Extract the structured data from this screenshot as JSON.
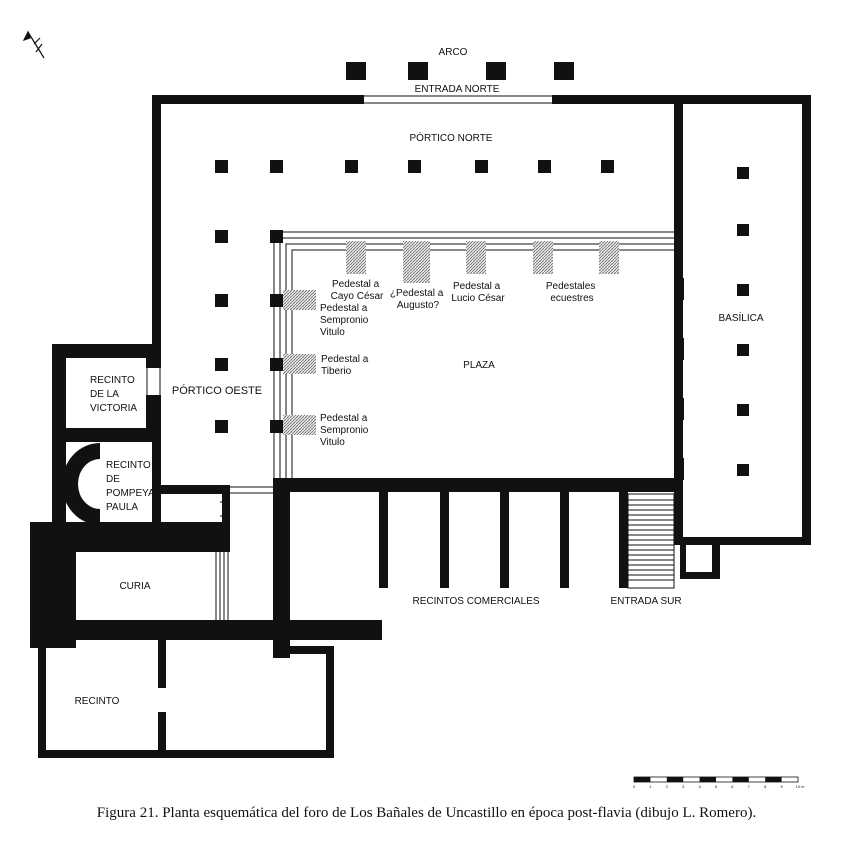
{
  "labels": {
    "arco": "ARCO",
    "entrada_norte": "ENTRADA NORTE",
    "portico_norte": "PÓRTICO NORTE",
    "portico_oeste": "PÓRTICO OESTE",
    "plaza": "PLAZA",
    "basilica": "BASÍLICA",
    "recinto_victoria": [
      "RECINTO",
      "DE LA",
      "VICTORIA"
    ],
    "recinto_pompeya": [
      "RECINTO",
      "DE",
      "POMPEYA",
      "PAULA"
    ],
    "curia": "CURIA",
    "recinto": "RECINTO",
    "recintos_comerciales": "RECINTOS COMERCIALES",
    "entrada_sur": "ENTRADA SUR",
    "ped_cayo": [
      "Pedestal a",
      "Cayo César"
    ],
    "ped_augusto": [
      "¿Pedestal a",
      "Augusto?"
    ],
    "ped_lucio": [
      "Pedestal a",
      "Lucio César"
    ],
    "ped_ecuestres": [
      "Pedestales",
      "ecuestres"
    ],
    "ped_sempronio_1": [
      "Pedestal a",
      "Sempronio",
      "Vitulo"
    ],
    "ped_tiberio": [
      "Pedestal a",
      "Tiberio"
    ],
    "ped_sempronio_2": [
      "Pedestal a",
      "Sempronio",
      "Vitulo"
    ]
  },
  "scale_bar": {
    "ticks": [
      "0",
      "1",
      "2",
      "3",
      "4",
      "5",
      "6",
      "7",
      "8",
      "9",
      "10 m"
    ]
  },
  "caption": "Figura 21. Planta esquemática del foro de Los Bañales de Uncastillo en época post-flavia (dibujo L. Romero).",
  "colors": {
    "wall": "#111111",
    "background": "#ffffff"
  }
}
